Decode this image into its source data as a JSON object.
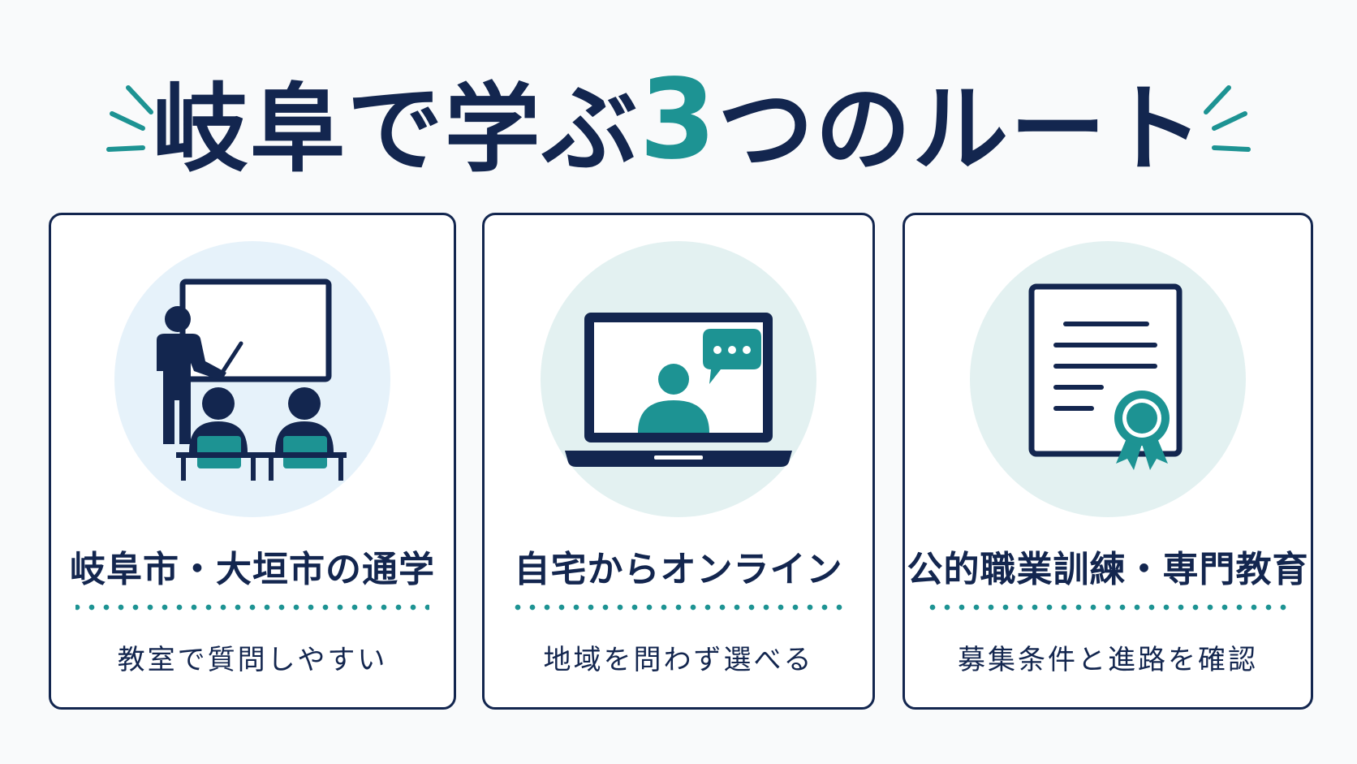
{
  "title": {
    "before": "岐阜で学ぶ",
    "accent": "3",
    "after": "つのルート"
  },
  "colors": {
    "navy": "#13264f",
    "teal": "#1d9393",
    "circle_blue": "#e6f2fa",
    "circle_teal": "#e3f1f1"
  },
  "cards": [
    {
      "heading": "岐阜市・大垣市の通学",
      "subtitle": "教室で質問しやすい",
      "icon": "classroom-teacher-icon"
    },
    {
      "heading": "自宅からオンライン",
      "subtitle": "地域を問わず選べる",
      "icon": "laptop-video-call-icon"
    },
    {
      "heading": "公的職業訓練・専門教育",
      "subtitle": "募集条件と進路を確認",
      "icon": "certificate-icon"
    }
  ]
}
